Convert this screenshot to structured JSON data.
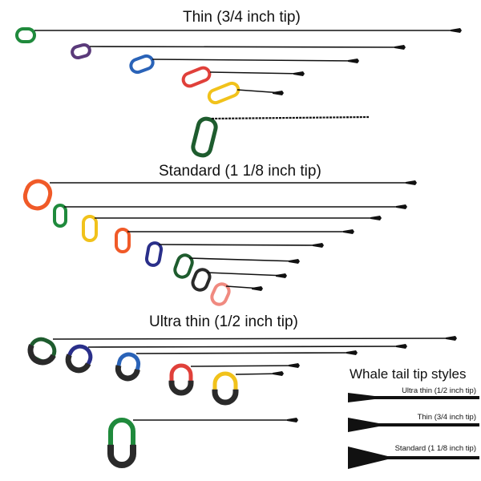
{
  "headings": {
    "thin": "Thin (3/4 inch tip)",
    "standard": "Standard (1 1/8 inch tip)",
    "ultra_thin": "Ultra thin (1/2 inch tip)",
    "whale_tail": "Whale tail tip styles"
  },
  "whale_tail_tips": [
    {
      "label": "Ultra thin (1/2 inch tip)"
    },
    {
      "label": "Thin (3/4 inch tip)"
    },
    {
      "label": "Standard (1 1/8 inch tip)"
    }
  ],
  "colors": {
    "shaft": "#111111",
    "green": "#1f8a3c",
    "purple": "#5a3a7a",
    "blue": "#2a63b8",
    "red": "#e0403a",
    "yellow": "#f1c21b",
    "orange": "#f05a28",
    "pink": "#f08a80",
    "dark_green": "#1e5c2e",
    "navy": "#2a2f8a",
    "black": "#2a2a2a",
    "background": "#ffffff"
  }
}
